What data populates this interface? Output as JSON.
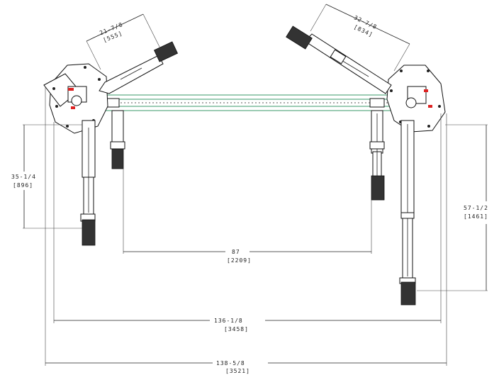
{
  "dimensions": {
    "upper_left_arm": {
      "imperial": "21-7/8",
      "metric": "[555]"
    },
    "upper_right_arm": {
      "imperial": "32-7/8",
      "metric": "[834]"
    },
    "left_arm": {
      "imperial": "35-1/4",
      "metric": "[896]"
    },
    "right_arm": {
      "imperial": "57-1/2",
      "metric": "[1461]"
    },
    "inner_span": {
      "imperial": "87",
      "metric": "[2209]"
    },
    "overall_width": {
      "imperial": "136-1/8",
      "metric": "[3458]"
    },
    "overall_outside": {
      "imperial": "138-5/8",
      "metric": "[3521]"
    }
  },
  "colors": {
    "line": "#222222",
    "beam": "#3a9a6a",
    "accent": "#dd2222"
  }
}
